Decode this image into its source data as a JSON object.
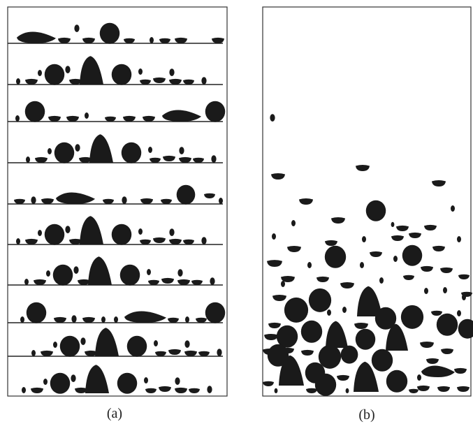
{
  "panels": [
    {
      "id": "a",
      "caption": "(a)"
    },
    {
      "id": "b",
      "caption": "(b)"
    }
  ],
  "colors": {
    "grain": "#1a1a1a",
    "frame": "#333333",
    "background": "#ffffff"
  }
}
